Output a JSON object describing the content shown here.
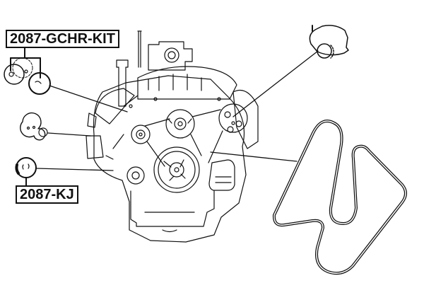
{
  "diagram": {
    "type": "exploded parts diagram",
    "subject": "engine accessory drive belt system",
    "labels": [
      {
        "id": "kit",
        "text": "2087-GCHR-KIT",
        "refers_to": [
          "upper idler pulley",
          "lower idler pulley"
        ]
      },
      {
        "id": "kj",
        "text": "2087-KJ",
        "refers_to": [
          "idler pulley"
        ]
      }
    ],
    "parts": [
      {
        "name": "idler-pulley-pair",
        "label": "2087-GCHR-KIT"
      },
      {
        "name": "tensioner-pulley",
        "label": ""
      },
      {
        "name": "idler-pulley-single",
        "label": "2087-KJ"
      },
      {
        "name": "belt-tensioner-assembly",
        "label": ""
      },
      {
        "name": "serpentine-belt",
        "label": ""
      },
      {
        "name": "engine",
        "label": ""
      }
    ],
    "colors": {
      "line": "#111111",
      "background": "#ffffff"
    }
  }
}
